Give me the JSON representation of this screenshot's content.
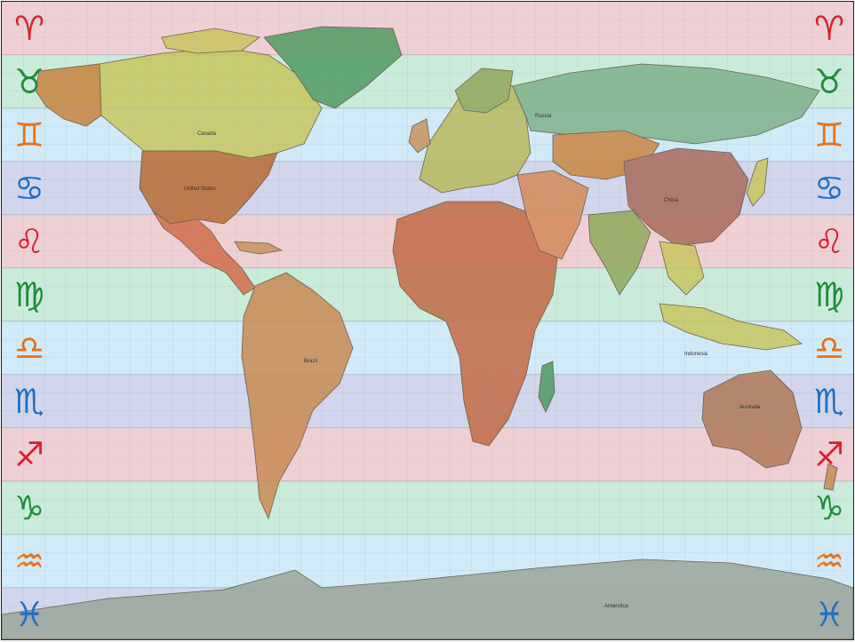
{
  "zodiac_bands": [
    {
      "sign": "aries",
      "glyph": "♈︎",
      "icon": "aries-icon",
      "color": "#d9202f",
      "band_color": "#f6c6c8"
    },
    {
      "sign": "taurus",
      "glyph": "♉︎",
      "icon": "taurus-icon",
      "color": "#1f8c3a",
      "band_color": "#c7ebcf"
    },
    {
      "sign": "gemini",
      "glyph": "♊︎",
      "icon": "gemini-icon",
      "color": "#e8711c",
      "band_color": "#cfe9f7"
    },
    {
      "sign": "cancer",
      "glyph": "♋︎",
      "icon": "cancer-icon",
      "color": "#1f6fc4",
      "band_color": "#cfcfe8"
    },
    {
      "sign": "leo",
      "glyph": "♌︎",
      "icon": "leo-icon",
      "color": "#d9202f",
      "band_color": "#f6c6c8"
    },
    {
      "sign": "virgo",
      "glyph": "♍︎",
      "icon": "virgo-icon",
      "color": "#1f8c3a",
      "band_color": "#c7ebcf"
    },
    {
      "sign": "libra",
      "glyph": "♎︎",
      "icon": "libra-icon",
      "color": "#e8711c",
      "band_color": "#cfe9f7"
    },
    {
      "sign": "scorpio",
      "glyph": "♏︎",
      "icon": "scorpio-icon",
      "color": "#1f6fc4",
      "band_color": "#cfcfe8"
    },
    {
      "sign": "sagittarius",
      "glyph": "♐︎",
      "icon": "sagittarius-icon",
      "color": "#d9202f",
      "band_color": "#f6c6c8"
    },
    {
      "sign": "capricorn",
      "glyph": "♑︎",
      "icon": "capricorn-icon",
      "color": "#1f8c3a",
      "band_color": "#c7ebcf"
    },
    {
      "sign": "aquarius",
      "glyph": "♒︎",
      "icon": "aquarius-icon",
      "color": "#e8711c",
      "band_color": "#cfe9f7"
    },
    {
      "sign": "pisces",
      "glyph": "♓︎",
      "icon": "pisces-icon",
      "color": "#1f6fc4",
      "band_color": "#cfcfe8"
    }
  ],
  "map_labels": {
    "canada": "Canada",
    "united_states": "United States",
    "brazil": "Brazil",
    "russia": "Russia",
    "china": "China",
    "australia": "Australia",
    "indonesia": "Indonesia",
    "antarctica": "Antarctica"
  },
  "colors": {
    "ocean": "#d8eefb",
    "grid": "#9aa7b8",
    "land_outline": "#5b4a3a"
  }
}
